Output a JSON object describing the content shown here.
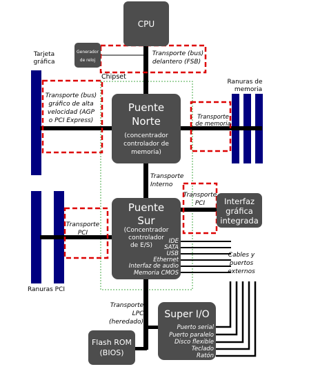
{
  "boxes": {
    "cpu": {
      "title": "CPU"
    },
    "clock": {
      "line1": "Generador",
      "line2": "de reloj"
    },
    "north": {
      "title1": "Puente",
      "title2": "Norte",
      "sub1": "(concentrador",
      "sub2": "controlador de",
      "sub3": "memoria)"
    },
    "south": {
      "title1": "Puente",
      "title2": "Sur",
      "sub1": "(Concentrador",
      "sub2": "controlador",
      "sub3": "de E/S)"
    },
    "graphics": {
      "line1": "Interfaz",
      "line2": "gráfica",
      "line3": "integrada"
    },
    "superio": {
      "title": "Super I/O"
    },
    "flash": {
      "line1": "Flash ROM",
      "line2": "(BIOS)"
    }
  },
  "south_interfaces": [
    "IDE",
    "SATA",
    "USB",
    "Ethernet",
    "Interfaz de audio",
    "Memoria CMOS"
  ],
  "superio_ports": [
    "Puerto serial",
    "Puerto paralelo",
    "Disco flexible",
    "Teclado",
    "Ratón"
  ],
  "labels": {
    "graphics_card": {
      "line1": "Tarjeta",
      "line2": "gráfica"
    },
    "memory_slots": {
      "line1": "Ranuras de",
      "line2": "memoria"
    },
    "pci_slots": "Ranuras PCI",
    "chipset": "Chipset",
    "fsb": {
      "line1": "Transporte (bus)",
      "line2": "delantero (FSB)"
    },
    "agp": {
      "line1": "Transporte (bus)",
      "line2": "gráfico de alta",
      "line3": "velocidad (AGP",
      "line4": "o PCI Express)"
    },
    "membus": {
      "line1": "Transporte",
      "line2": "de memoria"
    },
    "internal": {
      "line1": "Transporte",
      "line2": "Interno"
    },
    "pci_right": {
      "line1": "Transporte",
      "line2": "PCI"
    },
    "pci_left": {
      "line1": "Transporte",
      "line2": "PCI"
    },
    "external": {
      "line1": "Cables y",
      "line2": "puertos",
      "line3": "externos"
    },
    "lpc": {
      "line1": "Transporte",
      "line2": "LPC",
      "line3": "(heredado)"
    }
  },
  "colors": {
    "box": "#4d4d4d",
    "slot": "#000080",
    "bus": "#000000",
    "dashed": "#dd0000",
    "chipset": "#44aa44"
  }
}
